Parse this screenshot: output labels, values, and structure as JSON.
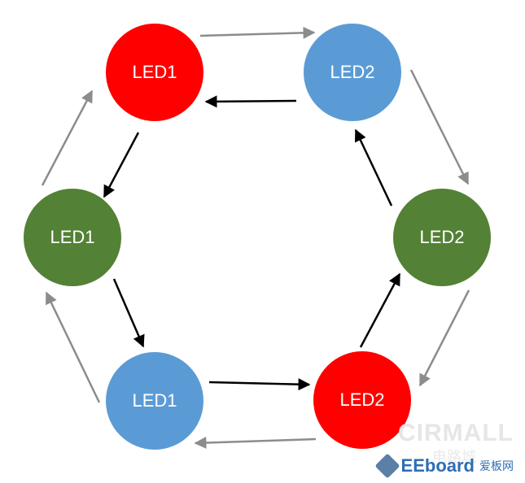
{
  "nodes": [
    {
      "id": "n1",
      "label": "LED1",
      "color": "red"
    },
    {
      "id": "n2",
      "label": "LED2",
      "color": "blue"
    },
    {
      "id": "n3",
      "label": "LED2",
      "color": "green"
    },
    {
      "id": "n4",
      "label": "LED2",
      "color": "red"
    },
    {
      "id": "n5",
      "label": "LED1",
      "color": "blue"
    },
    {
      "id": "n6",
      "label": "LED1",
      "color": "green"
    }
  ],
  "arrows": [
    {
      "from": "n1",
      "to": "n2",
      "color": "#8c8c8c"
    },
    {
      "from": "n2",
      "to": "n1",
      "color": "#000000"
    },
    {
      "from": "n2",
      "to": "n3",
      "color": "#8c8c8c"
    },
    {
      "from": "n3",
      "to": "n2",
      "color": "#000000"
    },
    {
      "from": "n3",
      "to": "n4",
      "color": "#8c8c8c"
    },
    {
      "from": "n4",
      "to": "n3",
      "color": "#000000"
    },
    {
      "from": "n4",
      "to": "n5",
      "color": "#8c8c8c"
    },
    {
      "from": "n5",
      "to": "n4",
      "color": "#000000"
    },
    {
      "from": "n5",
      "to": "n6",
      "color": "#8c8c8c"
    },
    {
      "from": "n6",
      "to": "n5",
      "color": "#000000"
    },
    {
      "from": "n6",
      "to": "n1",
      "color": "#8c8c8c"
    },
    {
      "from": "n1",
      "to": "n6",
      "color": "#000000"
    }
  ],
  "colors": {
    "red": "#ff0000",
    "blue": "#5b9bd5",
    "green": "#538135"
  },
  "watermark": {
    "cirmall": "CIRMALL",
    "cirmall_cn": "电路城",
    "brand": "EEboard",
    "brand_cn": "爱板网"
  }
}
